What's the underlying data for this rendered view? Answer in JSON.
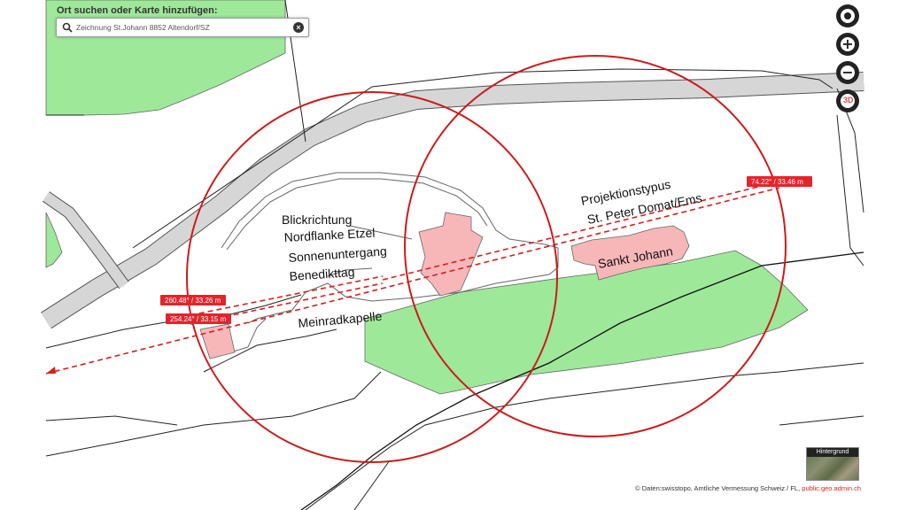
{
  "search": {
    "label": "Ort suchen oder Karte hinzufügen:",
    "value": "Zeichnung St.Johann 8852 Altendorf/SZ",
    "search_icon": "search-icon",
    "clear_icon": "close-icon"
  },
  "controls": {
    "locate_icon": "locate-icon",
    "zoom_in_icon": "zoom-in-icon",
    "zoom_out_icon": "zoom-out-icon",
    "three_d": "3D"
  },
  "background_switcher": {
    "label": "Hintergrund"
  },
  "credit": {
    "text": "© Daten:swisstopo, Amtliche Vermessung Schweiz / FL,",
    "link": "public.geo.admin.ch"
  },
  "labels": {
    "blick": [
      "Blickrichtung",
      "Nordflanke Etzel",
      "Sonnenuntergang",
      "Benedikttag"
    ],
    "meinrad": "Meinradkapelle",
    "projektion": [
      "Projektionstypus",
      "St. Peter Domat/Ems"
    ],
    "sankt_johann": "Sankt Johann"
  },
  "measurements": {
    "m1": "260.48° / 33.26 m",
    "m2": "254.24° / 33.15 m",
    "m3": "74.22° / 33.46 m"
  },
  "colors": {
    "forest": "#9ee89a",
    "building": "#f7b7b9",
    "road": "#d6d6d6",
    "annotation": "#d42020"
  }
}
